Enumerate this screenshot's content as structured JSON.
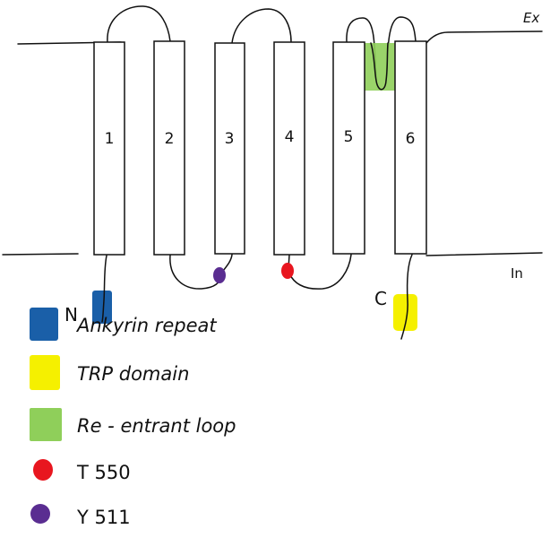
{
  "labels": {
    "extracellular": "Ex",
    "intracellular": "In",
    "n_terminus": "N",
    "c_terminus": "C"
  },
  "helices": [
    "1",
    "2",
    "3",
    "4",
    "5",
    "6"
  ],
  "legend": [
    {
      "label": "Ankyrin repeat",
      "color": "#1a5fa8",
      "shape": "square"
    },
    {
      "label": "TRP domain",
      "color": "#f5f000",
      "shape": "square"
    },
    {
      "label": "Re - entrant loop",
      "color": "#8fcf5a",
      "shape": "square"
    },
    {
      "label": "T 550",
      "color": "#e8161f",
      "shape": "circle"
    },
    {
      "label": "Y 511",
      "color": "#5a2d91",
      "shape": "circle"
    }
  ]
}
